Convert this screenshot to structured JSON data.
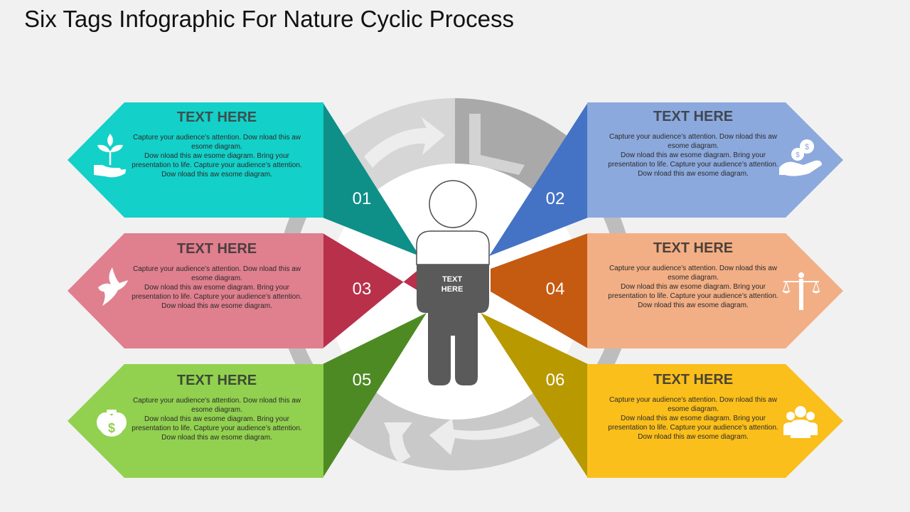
{
  "title": "Six Tags Infographic For Nature Cyclic Process",
  "center_label": "TEXT\nHERE",
  "body_text": "Capture your audience's attention. Dow nload this aw esome diagram.\nDow nload this aw esome diagram. Bring your presentation to life. Capture your audience's attention. Dow nload this aw esome diagram.",
  "tags": [
    {
      "number": "01",
      "heading": "TEXT HERE",
      "body": "Capture your audience’s attention.  Dow nload this aw esome diagram.\nDow nload this aw esome diagram. Bring your presentation to life. Capture your audience’s attention. Dow nload this aw esome diagram.",
      "icon": "plant-in-hand-icon",
      "light": "#13d1c8",
      "dark": "#0e9088",
      "heading_color": "#3f4d4d"
    },
    {
      "number": "02",
      "heading": "TEXT HERE",
      "body": "Capture your audience’s attention.  Dow nload this aw esome diagram.\nDow nload this aw esome diagram. Bring your presentation to life. Capture your audience’s attention. Dow nload this aw esome diagram.",
      "icon": "coins-in-hand-icon",
      "light": "#8ca9dd",
      "dark": "#4472c4",
      "heading_color": "#3f4852"
    },
    {
      "number": "03",
      "heading": "TEXT HERE",
      "body": "Capture your audience’s attention.  Dow nload this aw esome diagram.\nDow nload this aw esome diagram. Bring your presentation to life. Capture your audience’s attention. Dow nload this aw esome diagram.",
      "icon": "dove-icon",
      "light": "#e07f8e",
      "dark": "#b8304a",
      "heading_color": "#4c3d40"
    },
    {
      "number": "04",
      "heading": "TEXT HERE",
      "body": "Capture your audience’s attention.  Dow nload this aw esome diagram.\nDow nload this aw esome diagram. Bring your presentation to life. Capture your audience’s attention. Dow nload this aw esome diagram.",
      "icon": "justice-scale-icon",
      "light": "#f2ae85",
      "dark": "#c55a11",
      "heading_color": "#4d4038"
    },
    {
      "number": "05",
      "heading": "TEXT HERE",
      "body": "Capture your audience’s attention.  Dow nload this aw esome diagram.\nDow nload this aw esome diagram. Bring your presentation to life. Capture your audience’s attention. Dow nload this aw esome diagram.",
      "icon": "money-bags-icon",
      "light": "#92d050",
      "dark": "#4e8a23",
      "heading_color": "#3d4a33"
    },
    {
      "number": "06",
      "heading": "TEXT HERE",
      "body": "Capture your audience’s attention.  Dow nload this aw esome diagram.\nDow nload this aw esome diagram. Bring your presentation to life. Capture your audience’s attention. Dow nload this aw esome diagram.",
      "icon": "people-group-icon",
      "light": "#fbbf1c",
      "dark": "#b89a00",
      "heading_color": "#4a4432"
    }
  ]
}
